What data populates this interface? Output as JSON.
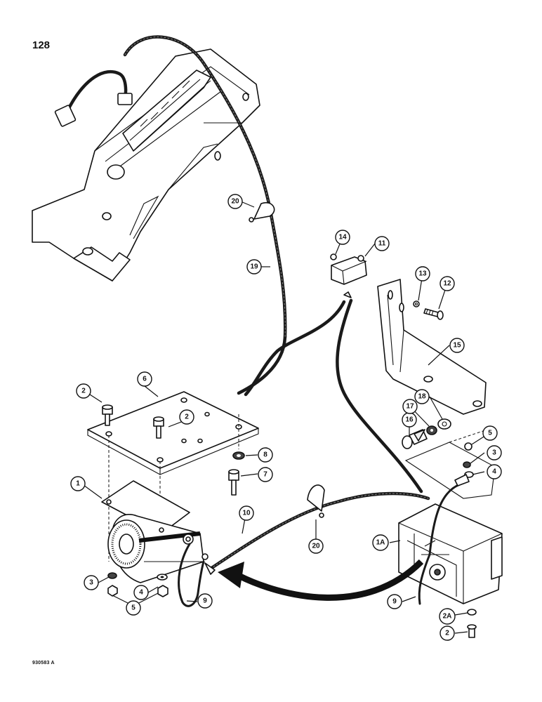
{
  "page_number": "128",
  "figure_code": "930583 A",
  "callouts": [
    {
      "id": "c-6",
      "label": "6"
    },
    {
      "id": "c-2a",
      "label": "2"
    },
    {
      "id": "c-2b",
      "label": "2"
    },
    {
      "id": "c-8",
      "label": "8"
    },
    {
      "id": "c-7",
      "label": "7"
    },
    {
      "id": "c-1",
      "label": "1"
    },
    {
      "id": "c-3a",
      "label": "3"
    },
    {
      "id": "c-4a",
      "label": "4"
    },
    {
      "id": "c-5a",
      "label": "5"
    },
    {
      "id": "c-9a",
      "label": "9"
    },
    {
      "id": "c-10",
      "label": "10"
    },
    {
      "id": "c-20a",
      "label": "20"
    },
    {
      "id": "c-20b",
      "label": "20"
    },
    {
      "id": "c-19",
      "label": "19"
    },
    {
      "id": "c-14",
      "label": "14"
    },
    {
      "id": "c-11",
      "label": "11"
    },
    {
      "id": "c-13",
      "label": "13"
    },
    {
      "id": "c-12",
      "label": "12"
    },
    {
      "id": "c-15",
      "label": "15"
    },
    {
      "id": "c-16",
      "label": "16"
    },
    {
      "id": "c-17",
      "label": "17"
    },
    {
      "id": "c-18",
      "label": "18"
    },
    {
      "id": "c-5b",
      "label": "5"
    },
    {
      "id": "c-3b",
      "label": "3"
    },
    {
      "id": "c-4b",
      "label": "4"
    },
    {
      "id": "c-1a",
      "label": "1A"
    },
    {
      "id": "c-9b",
      "label": "9"
    },
    {
      "id": "c-2A",
      "label": "2A"
    },
    {
      "id": "c-2c",
      "label": "2"
    }
  ]
}
